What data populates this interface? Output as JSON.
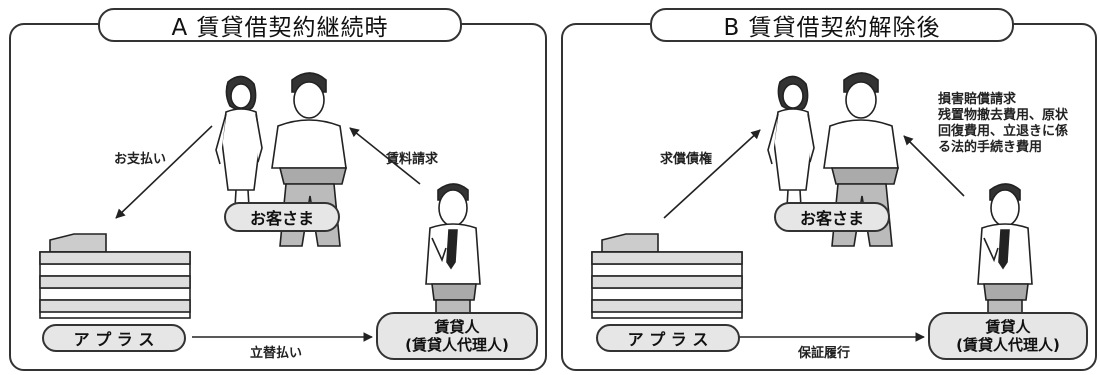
{
  "panel_a": {
    "title": "A  賃貸借契約継続時",
    "customer": "お客さま",
    "company": "ア プ ラ ス",
    "landlord_line1": "賃貸人",
    "landlord_line2": "(賃貸人代理人)",
    "arrow_pay": "お支払い",
    "arrow_rent": "賃料請求",
    "arrow_advance": "立替払い"
  },
  "panel_b": {
    "title": "B  賃貸借契約解除後",
    "customer": "お客さま",
    "company": "ア プ ラ ス",
    "landlord_line1": "賃貸人",
    "landlord_line2": "(賃貸人代理人)",
    "arrow_claim": "求償債権",
    "arrow_damages": "損害賠償請求\n残置物撤去費用、原状\n回復費用、立退きに係\nる法的手続き費用",
    "arrow_guarantee": "保証履行"
  }
}
